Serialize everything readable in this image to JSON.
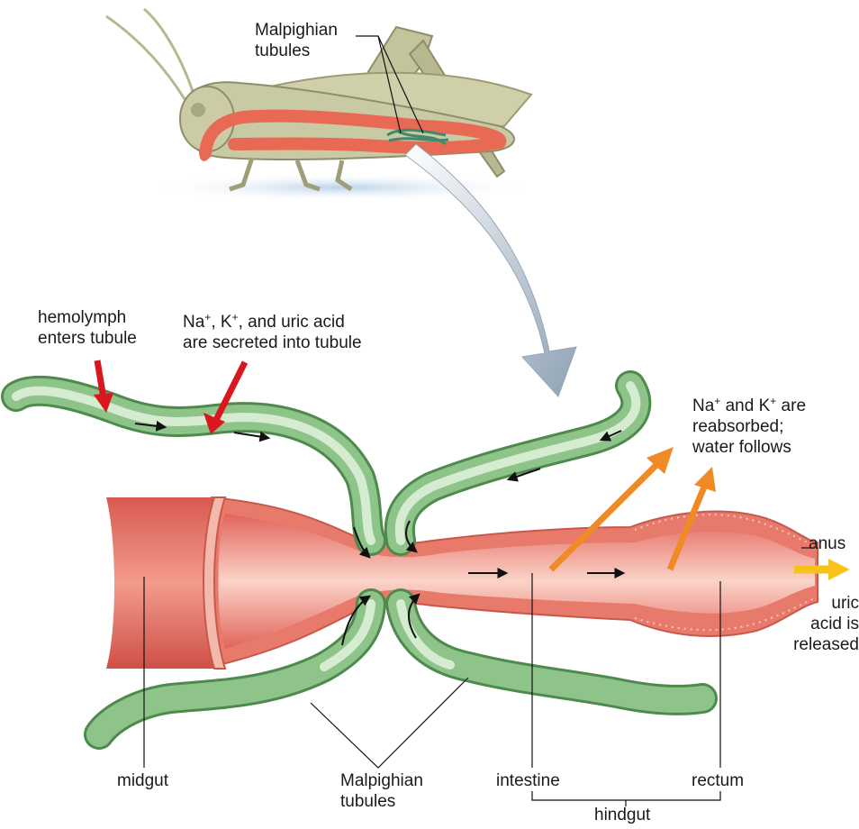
{
  "labels": {
    "malpighian_top": [
      "Malpighian",
      "tubules"
    ],
    "hemolymph": [
      "hemolymph",
      "enters tubule"
    ],
    "secreted": {
      "line1_parts": [
        "Na",
        "+",
        ", K",
        "+",
        ", and uric acid"
      ],
      "line2": "are secreted into tubule"
    },
    "reabsorbed": {
      "line1_parts": [
        "Na",
        "+",
        " and K",
        "+",
        " are"
      ],
      "line2": "reabsorbed;",
      "line3": "water follows"
    },
    "anus": "anus",
    "uric_released": [
      "uric",
      "acid is",
      "released"
    ],
    "midgut": "midgut",
    "malpighian_bottom": [
      "Malpighian",
      "tubules"
    ],
    "intestine": "intestine",
    "rectum": "rectum",
    "hindgut": "hindgut"
  },
  "colors": {
    "tubule_green": "#8ec48a",
    "tubule_edge": "#4f8a4d",
    "gut_red": "#e8756a",
    "gut_light": "#f7c2b6",
    "arrow_red": "#d7191f",
    "arrow_orange": "#f08a24",
    "arrow_yellow": "#f7c21a",
    "zoom_arrow": "#a7b5c4",
    "grasshopper": "#c9c9a3"
  }
}
